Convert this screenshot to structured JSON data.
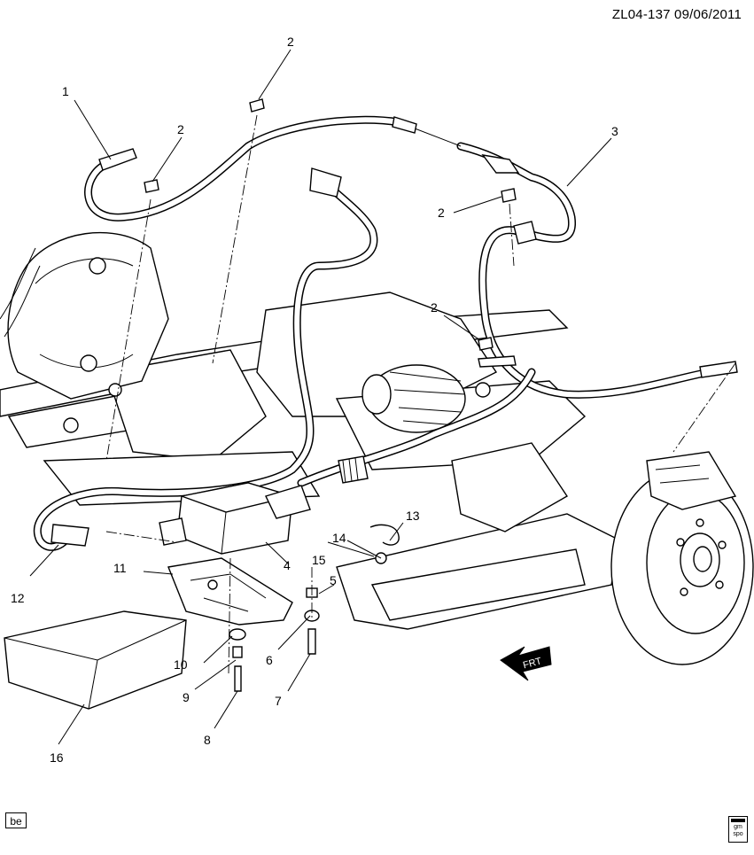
{
  "header": {
    "code": "ZL04-137  09/06/2011"
  },
  "callouts": [
    "1",
    "2",
    "2",
    "2",
    "2",
    "3",
    "4",
    "5",
    "6",
    "7",
    "8",
    "9",
    "10",
    "11",
    "12",
    "13",
    "14",
    "15",
    "16"
  ],
  "direction_label": "FRT",
  "footer": {
    "badge": "be",
    "logo_text": "gm\nspo"
  }
}
